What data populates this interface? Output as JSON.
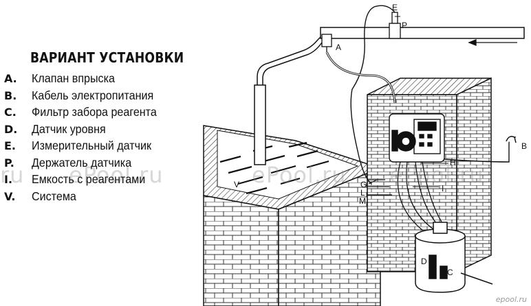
{
  "legend": {
    "title": "ВАРИАНТ УСТАНОВКИ",
    "items": [
      {
        "key": "A.",
        "text": "Клапан впрыска"
      },
      {
        "key": "B.",
        "text": "Кабель электропитания"
      },
      {
        "key": "C.",
        "text": "Фильтр забора реагента"
      },
      {
        "key": "D.",
        "text": "Датчик уровня"
      },
      {
        "key": "E.",
        "text": "Измерительный датчик"
      },
      {
        "key": "P.",
        "text": "Держатель датчика"
      },
      {
        "key": "I.",
        "text": "Емкость с реагентами"
      },
      {
        "key": "V.",
        "text": "Система"
      }
    ]
  },
  "diagram_labels": {
    "A": "A",
    "B": "B",
    "C": "C",
    "D": "D",
    "E": "E",
    "P": "P",
    "G": "G",
    "L": "L",
    "M": "M",
    "H": "H",
    "I": "I",
    "V": "V"
  },
  "watermark": {
    "left": "ru",
    "mid1": "ePool.ru",
    "mid2": "ePool.ru",
    "right": "ePool.ru"
  },
  "brand": "epool.ru"
}
